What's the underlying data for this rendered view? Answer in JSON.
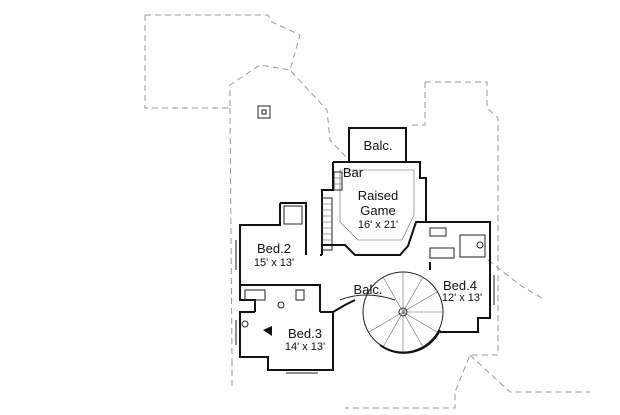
{
  "rooms": {
    "balc_top": {
      "name": "Balc."
    },
    "bar": {
      "name": "Bar"
    },
    "raised_game": {
      "name_line1": "Raised",
      "name_line2": "Game",
      "size": "16' x 21'"
    },
    "bed2": {
      "name": "Bed.2",
      "size": "15' x 13'"
    },
    "bed3": {
      "name": "Bed.3",
      "size": "14' x 13'"
    },
    "bed4": {
      "name": "Bed.4",
      "size": "12' x 13'"
    },
    "balc_center": {
      "name": "Balc."
    }
  },
  "colors": {
    "wall": "#111111",
    "dashed_outline": "#9a9a9a",
    "background": "#ffffff"
  }
}
